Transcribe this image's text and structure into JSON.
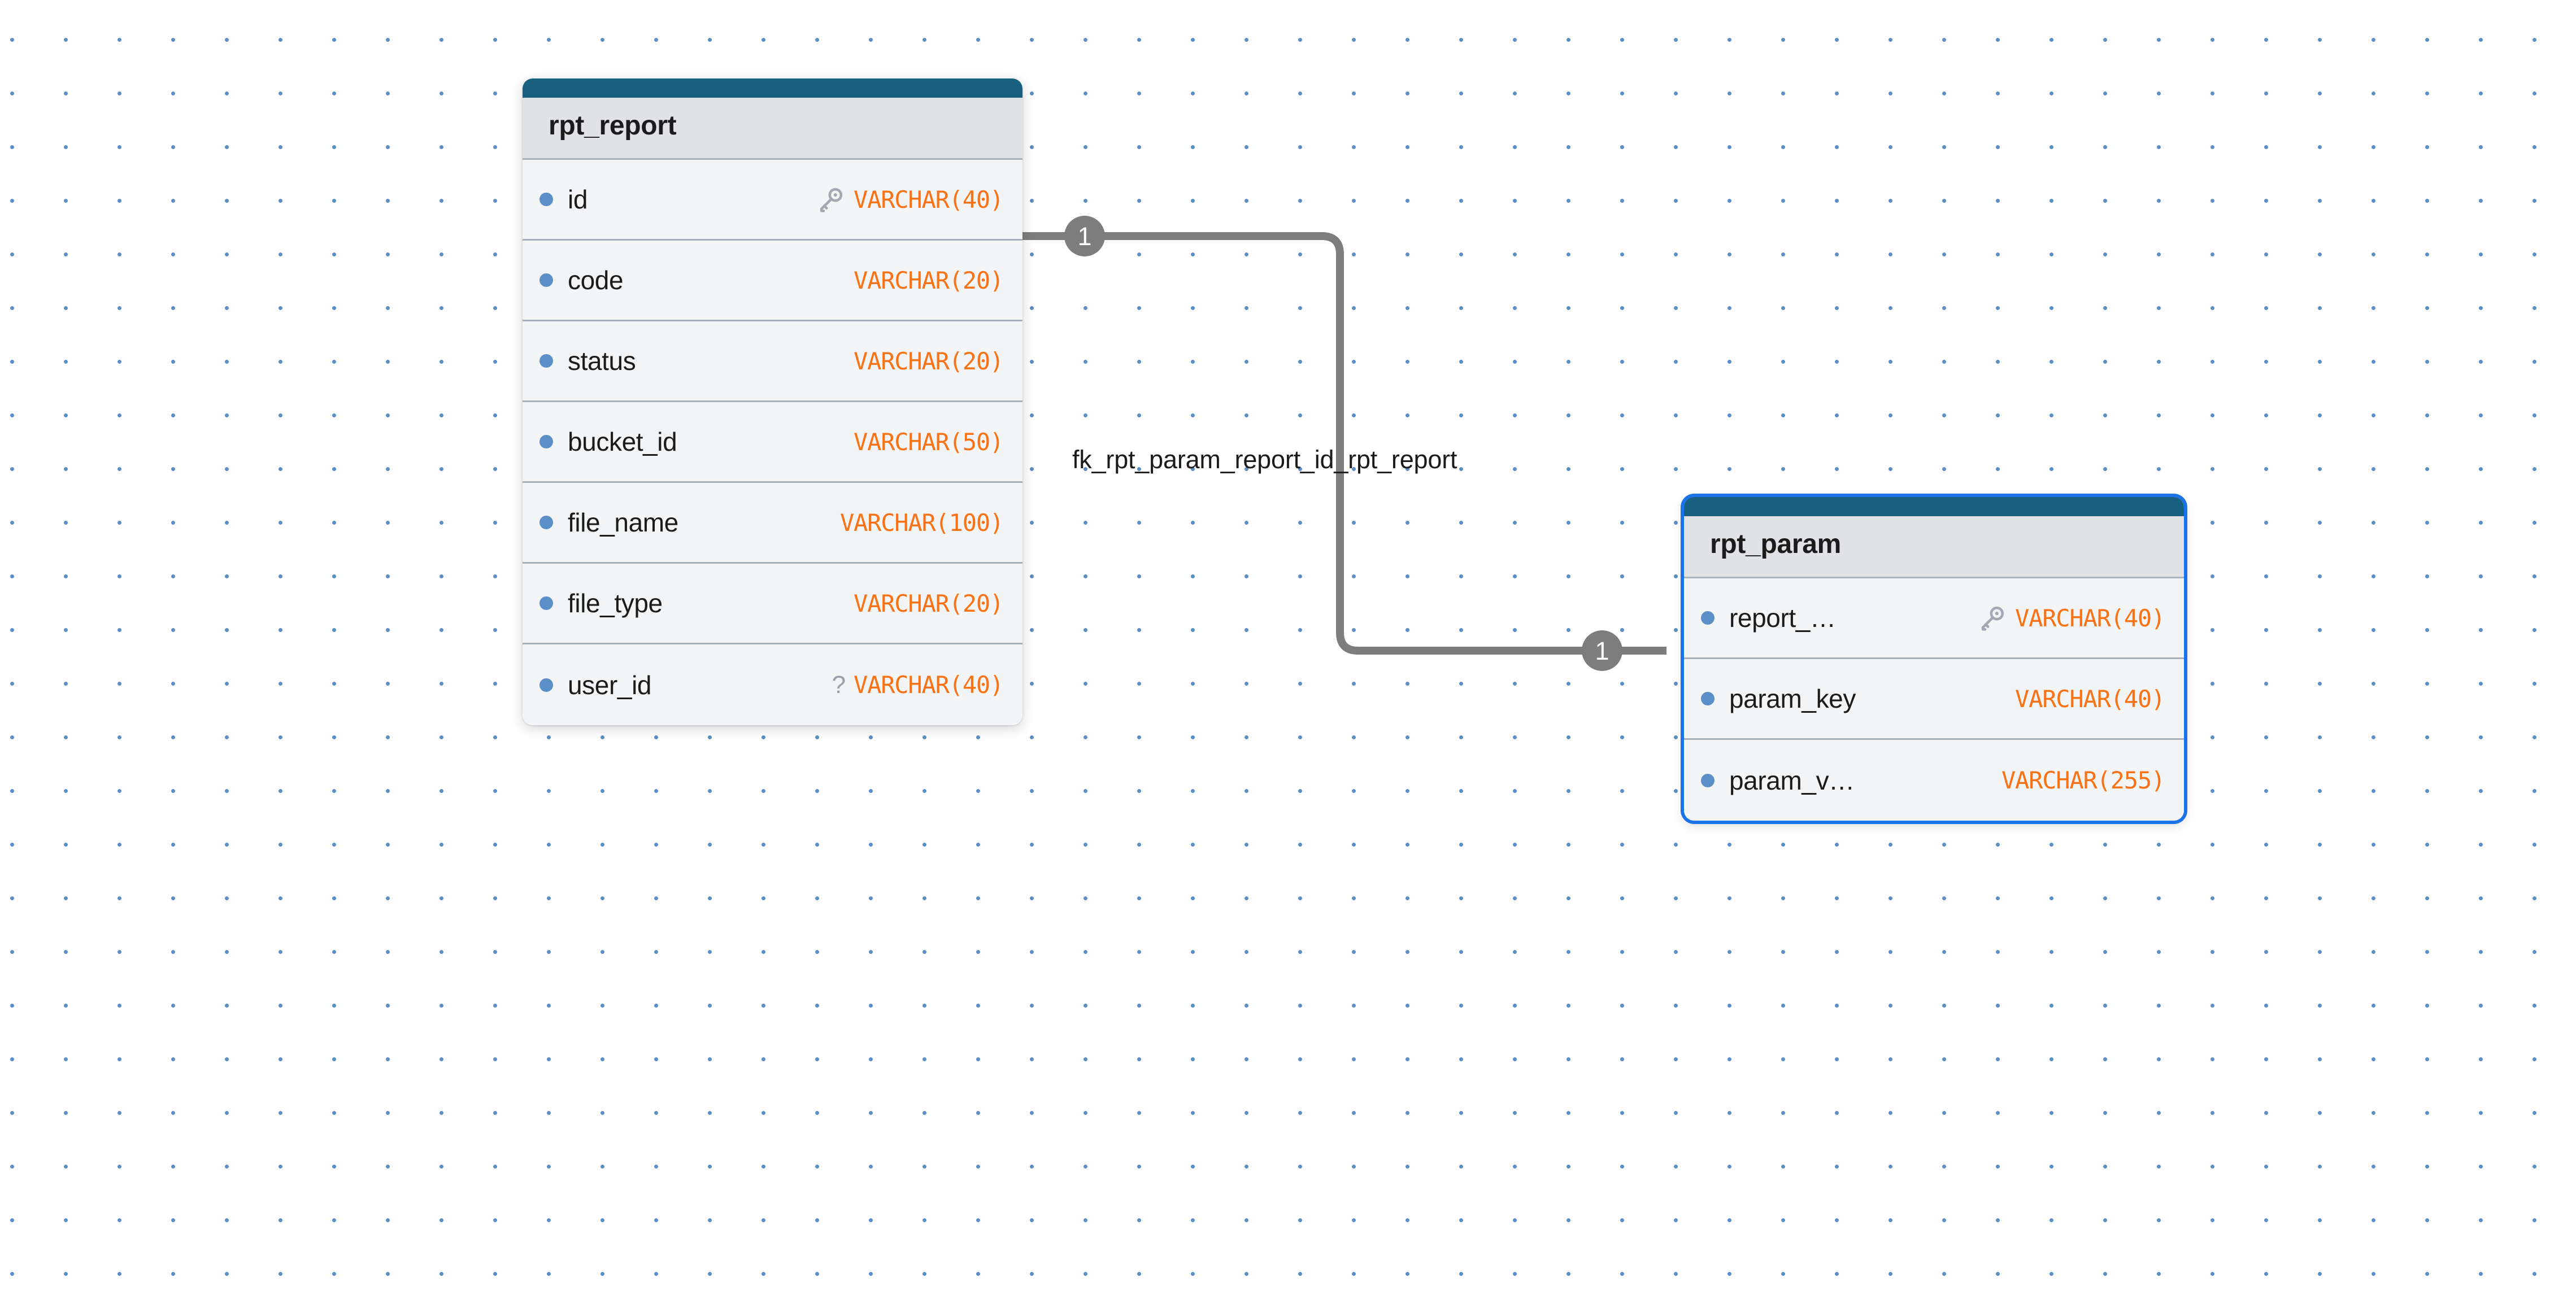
{
  "canvas": {
    "background_color": "#ffffff",
    "grid_dot_color": "#5b8fc7"
  },
  "theme": {
    "accent_bar_color": "#186080",
    "title_band_color": "#e1e2e6",
    "row_color": "#f3f4f6",
    "row_divider_color": "#a8b0bd",
    "type_color": "#f97316",
    "bullet_color": "#5b8fc7",
    "connector_color": "#7d7d7d",
    "selection_color": "#1a73e8"
  },
  "entities": [
    {
      "name": "rpt_report",
      "selected": false,
      "attributes": [
        {
          "bullet": "column-dot-icon",
          "name": "id",
          "key": "key-icon",
          "nullable": "",
          "type": "VARCHAR(40)"
        },
        {
          "bullet": "column-dot-icon",
          "name": "code",
          "key": "",
          "nullable": "",
          "type": "VARCHAR(20)"
        },
        {
          "bullet": "column-dot-icon",
          "name": "status",
          "key": "",
          "nullable": "",
          "type": "VARCHAR(20)"
        },
        {
          "bullet": "column-dot-icon",
          "name": "bucket_id",
          "key": "",
          "nullable": "",
          "type": "VARCHAR(50)"
        },
        {
          "bullet": "column-dot-icon",
          "name": "file_name",
          "key": "",
          "nullable": "",
          "type": "VARCHAR(100)"
        },
        {
          "bullet": "column-dot-icon",
          "name": "file_type",
          "key": "",
          "nullable": "",
          "type": "VARCHAR(20)"
        },
        {
          "bullet": "column-dot-icon",
          "name": "user_id",
          "key": "",
          "nullable": "?",
          "type": "VARCHAR(40)"
        }
      ]
    },
    {
      "name": "rpt_param",
      "selected": true,
      "attributes": [
        {
          "bullet": "column-dot-icon",
          "name": "report_…",
          "key": "key-icon",
          "nullable": "",
          "type": "VARCHAR(40)"
        },
        {
          "bullet": "column-dot-icon",
          "name": "param_key",
          "key": "",
          "nullable": "",
          "type": "VARCHAR(40)"
        },
        {
          "bullet": "column-dot-icon",
          "name": "param_v…",
          "key": "",
          "nullable": "",
          "type": "VARCHAR(255)"
        }
      ]
    }
  ],
  "relationship": {
    "label": "fk_rpt_param_report_id_rpt_report",
    "source_cardinality": "1",
    "target_cardinality": "1"
  }
}
